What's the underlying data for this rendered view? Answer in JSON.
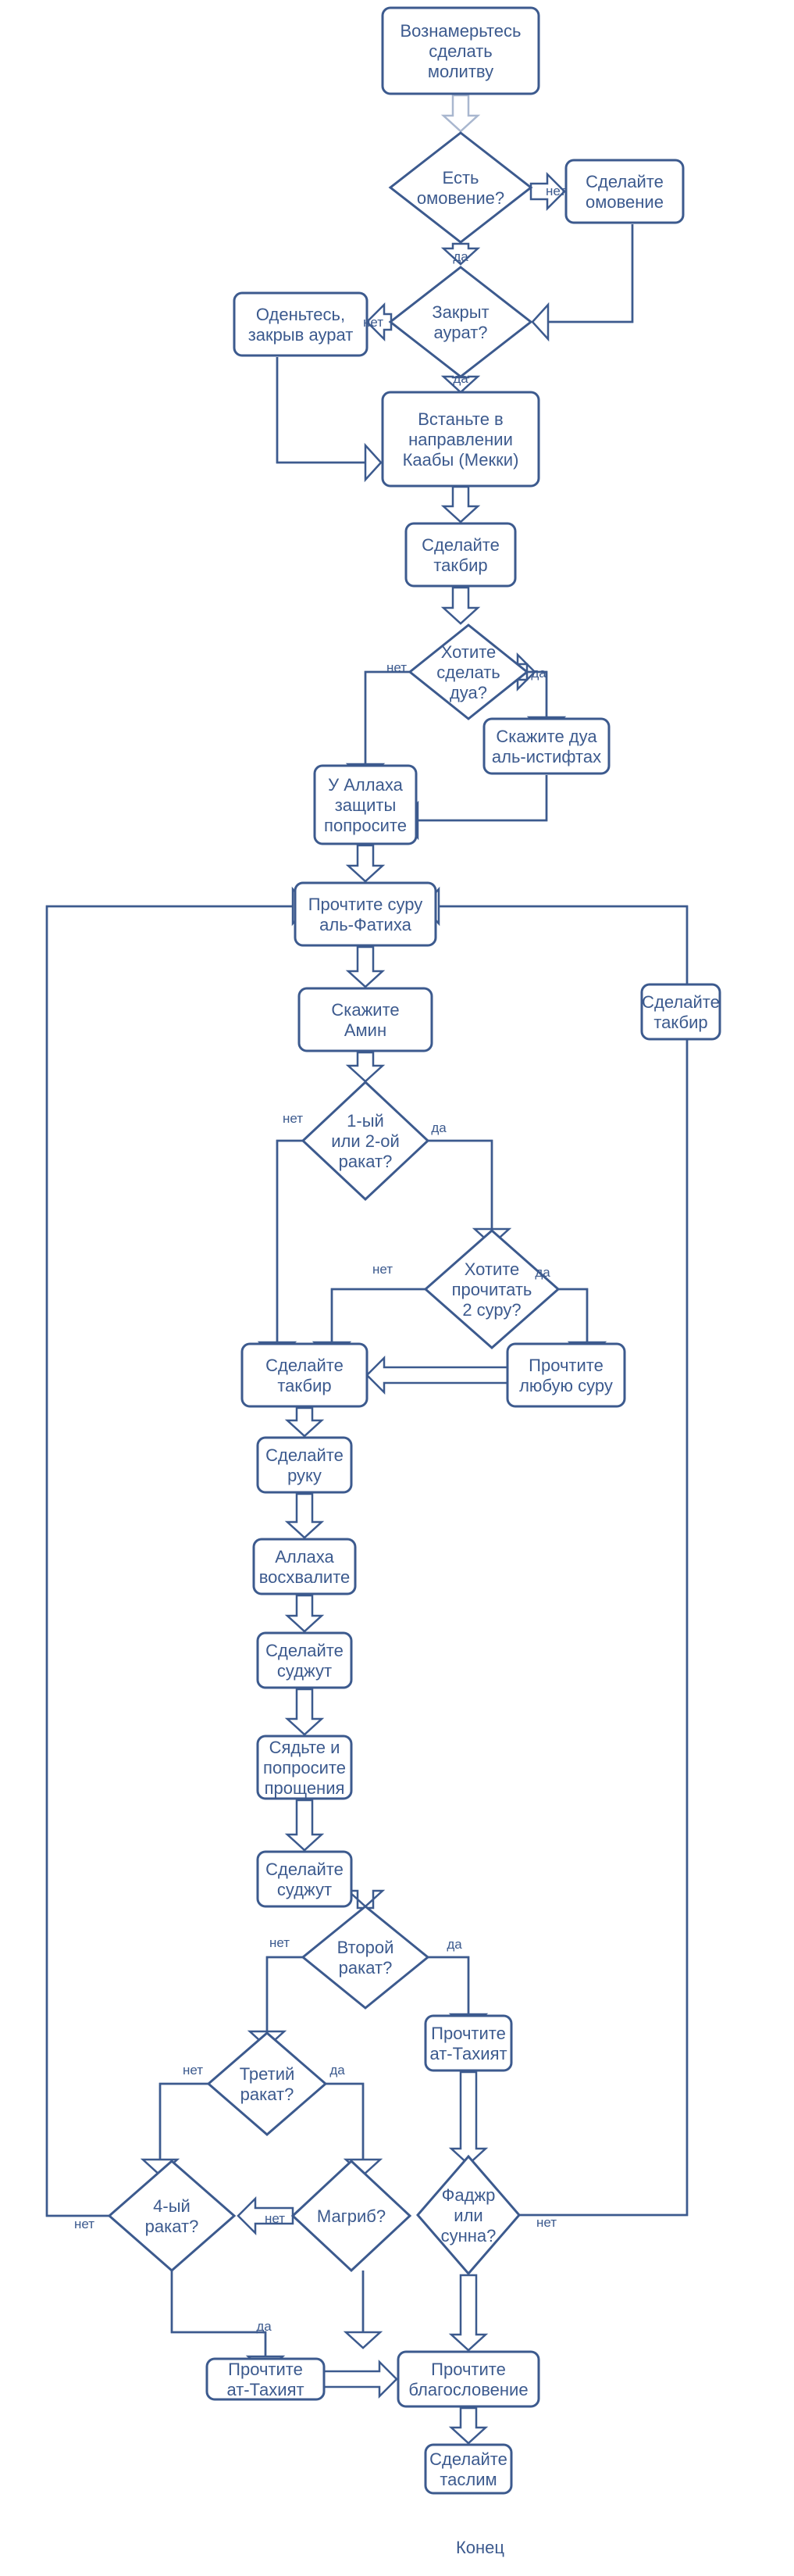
{
  "nodes": {
    "start": [
      "Вознамерьтесь",
      "сделать",
      "молитву"
    ],
    "has_wudu": [
      "Есть",
      "омовение?"
    ],
    "do_wudu": [
      "Сделайте",
      "омовение"
    ],
    "awrah_covered": [
      "Закрыт",
      "аурат?"
    ],
    "dress": [
      "Оденьтесь,",
      "закрыв аурат"
    ],
    "face_qibla": [
      "Встаньте в",
      "направлении",
      "Каабы (Мекки)"
    ],
    "takbir1": [
      "Сделайте",
      "такбир"
    ],
    "want_dua": [
      "Хотите",
      "сделать",
      "дуа?"
    ],
    "dua_istiftah": [
      "Скажите дуа",
      "аль-истифтах"
    ],
    "seek_protection": [
      "У Аллаха",
      "защиты",
      "попросите"
    ],
    "fatiha": [
      "Прочтите суру",
      "аль-Фатиха"
    ],
    "takbir_loop": [
      "Сделайте",
      "такбир"
    ],
    "amin": [
      "Скажите",
      "Амин"
    ],
    "rakat_12": [
      "1-ый",
      "или 2-ой",
      "ракат?"
    ],
    "want_2_surah": [
      "Хотите",
      "прочитать",
      "2 суру?"
    ],
    "any_surah": [
      "Прочтите",
      "любую суру"
    ],
    "takbir2": [
      "Сделайте",
      "такбир"
    ],
    "ruku": [
      "Сделайте",
      "руку"
    ],
    "praise": [
      "Аллаха",
      "восхвалите"
    ],
    "sujud1": [
      "Сделайте",
      "суджут"
    ],
    "sit": [
      "Сядьте и",
      "попросите",
      "прощения"
    ],
    "sujud2": [
      "Сделайте",
      "суджут"
    ],
    "second_rakat": [
      "Второй",
      "ракат?"
    ],
    "tahiyat1": [
      "Прочтите",
      "ат-Тахият"
    ],
    "third_rakat": [
      "Третий",
      "ракат?"
    ],
    "fourth_rakat": [
      "4-ый",
      "ракат?"
    ],
    "maghrib": [
      "Магриб?"
    ],
    "fajr_sunnah": [
      "Фаджр",
      "или",
      "сунна?"
    ],
    "tahiyat2": [
      "Прочтите",
      "ат-Тахият"
    ],
    "blessing": [
      "Прочтите",
      "благословение"
    ],
    "taslim": [
      "Сделайте",
      "таслим"
    ]
  },
  "labels": {
    "yes": "да",
    "no": "нет"
  },
  "end_text": "Конец"
}
